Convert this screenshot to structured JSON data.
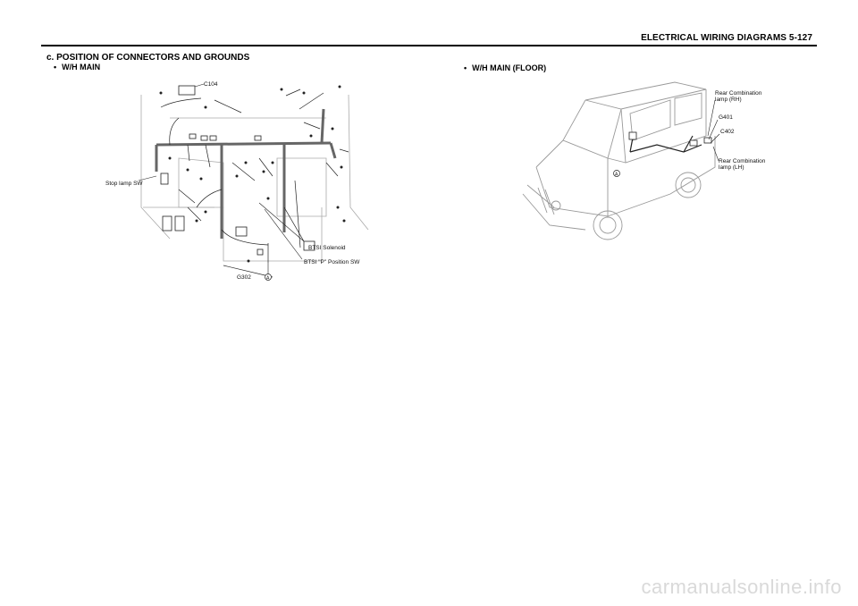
{
  "header": {
    "title": "ELECTRICAL WIRING DIAGRAMS  5-127"
  },
  "section": {
    "title": "c.  POSITION  OF  CONNECTORS  AND  GROUNDS"
  },
  "left_diagram": {
    "subtitle": "W/H  MAIN",
    "labels": {
      "c104": "C104",
      "stop_lamp_sw": "Stop lamp SW",
      "btsi_solenoid": "BTSI Solenoid",
      "btsi_p_position_sw": "BTSI \"P\" Position SW",
      "g302": "G302",
      "marker": "A"
    }
  },
  "right_diagram": {
    "subtitle": "W/H  MAIN  (FLOOR)",
    "labels": {
      "rear_comb_rh_line1": "Rear Combination",
      "rear_comb_rh_line2": "lamp (RH)",
      "g401": "G401",
      "c402": "C402",
      "rear_comb_lh_line1": "Rear Combination",
      "rear_comb_lh_line2": "lamp (LH)",
      "marker": "A"
    }
  },
  "watermark": "carmanualsonline.info"
}
